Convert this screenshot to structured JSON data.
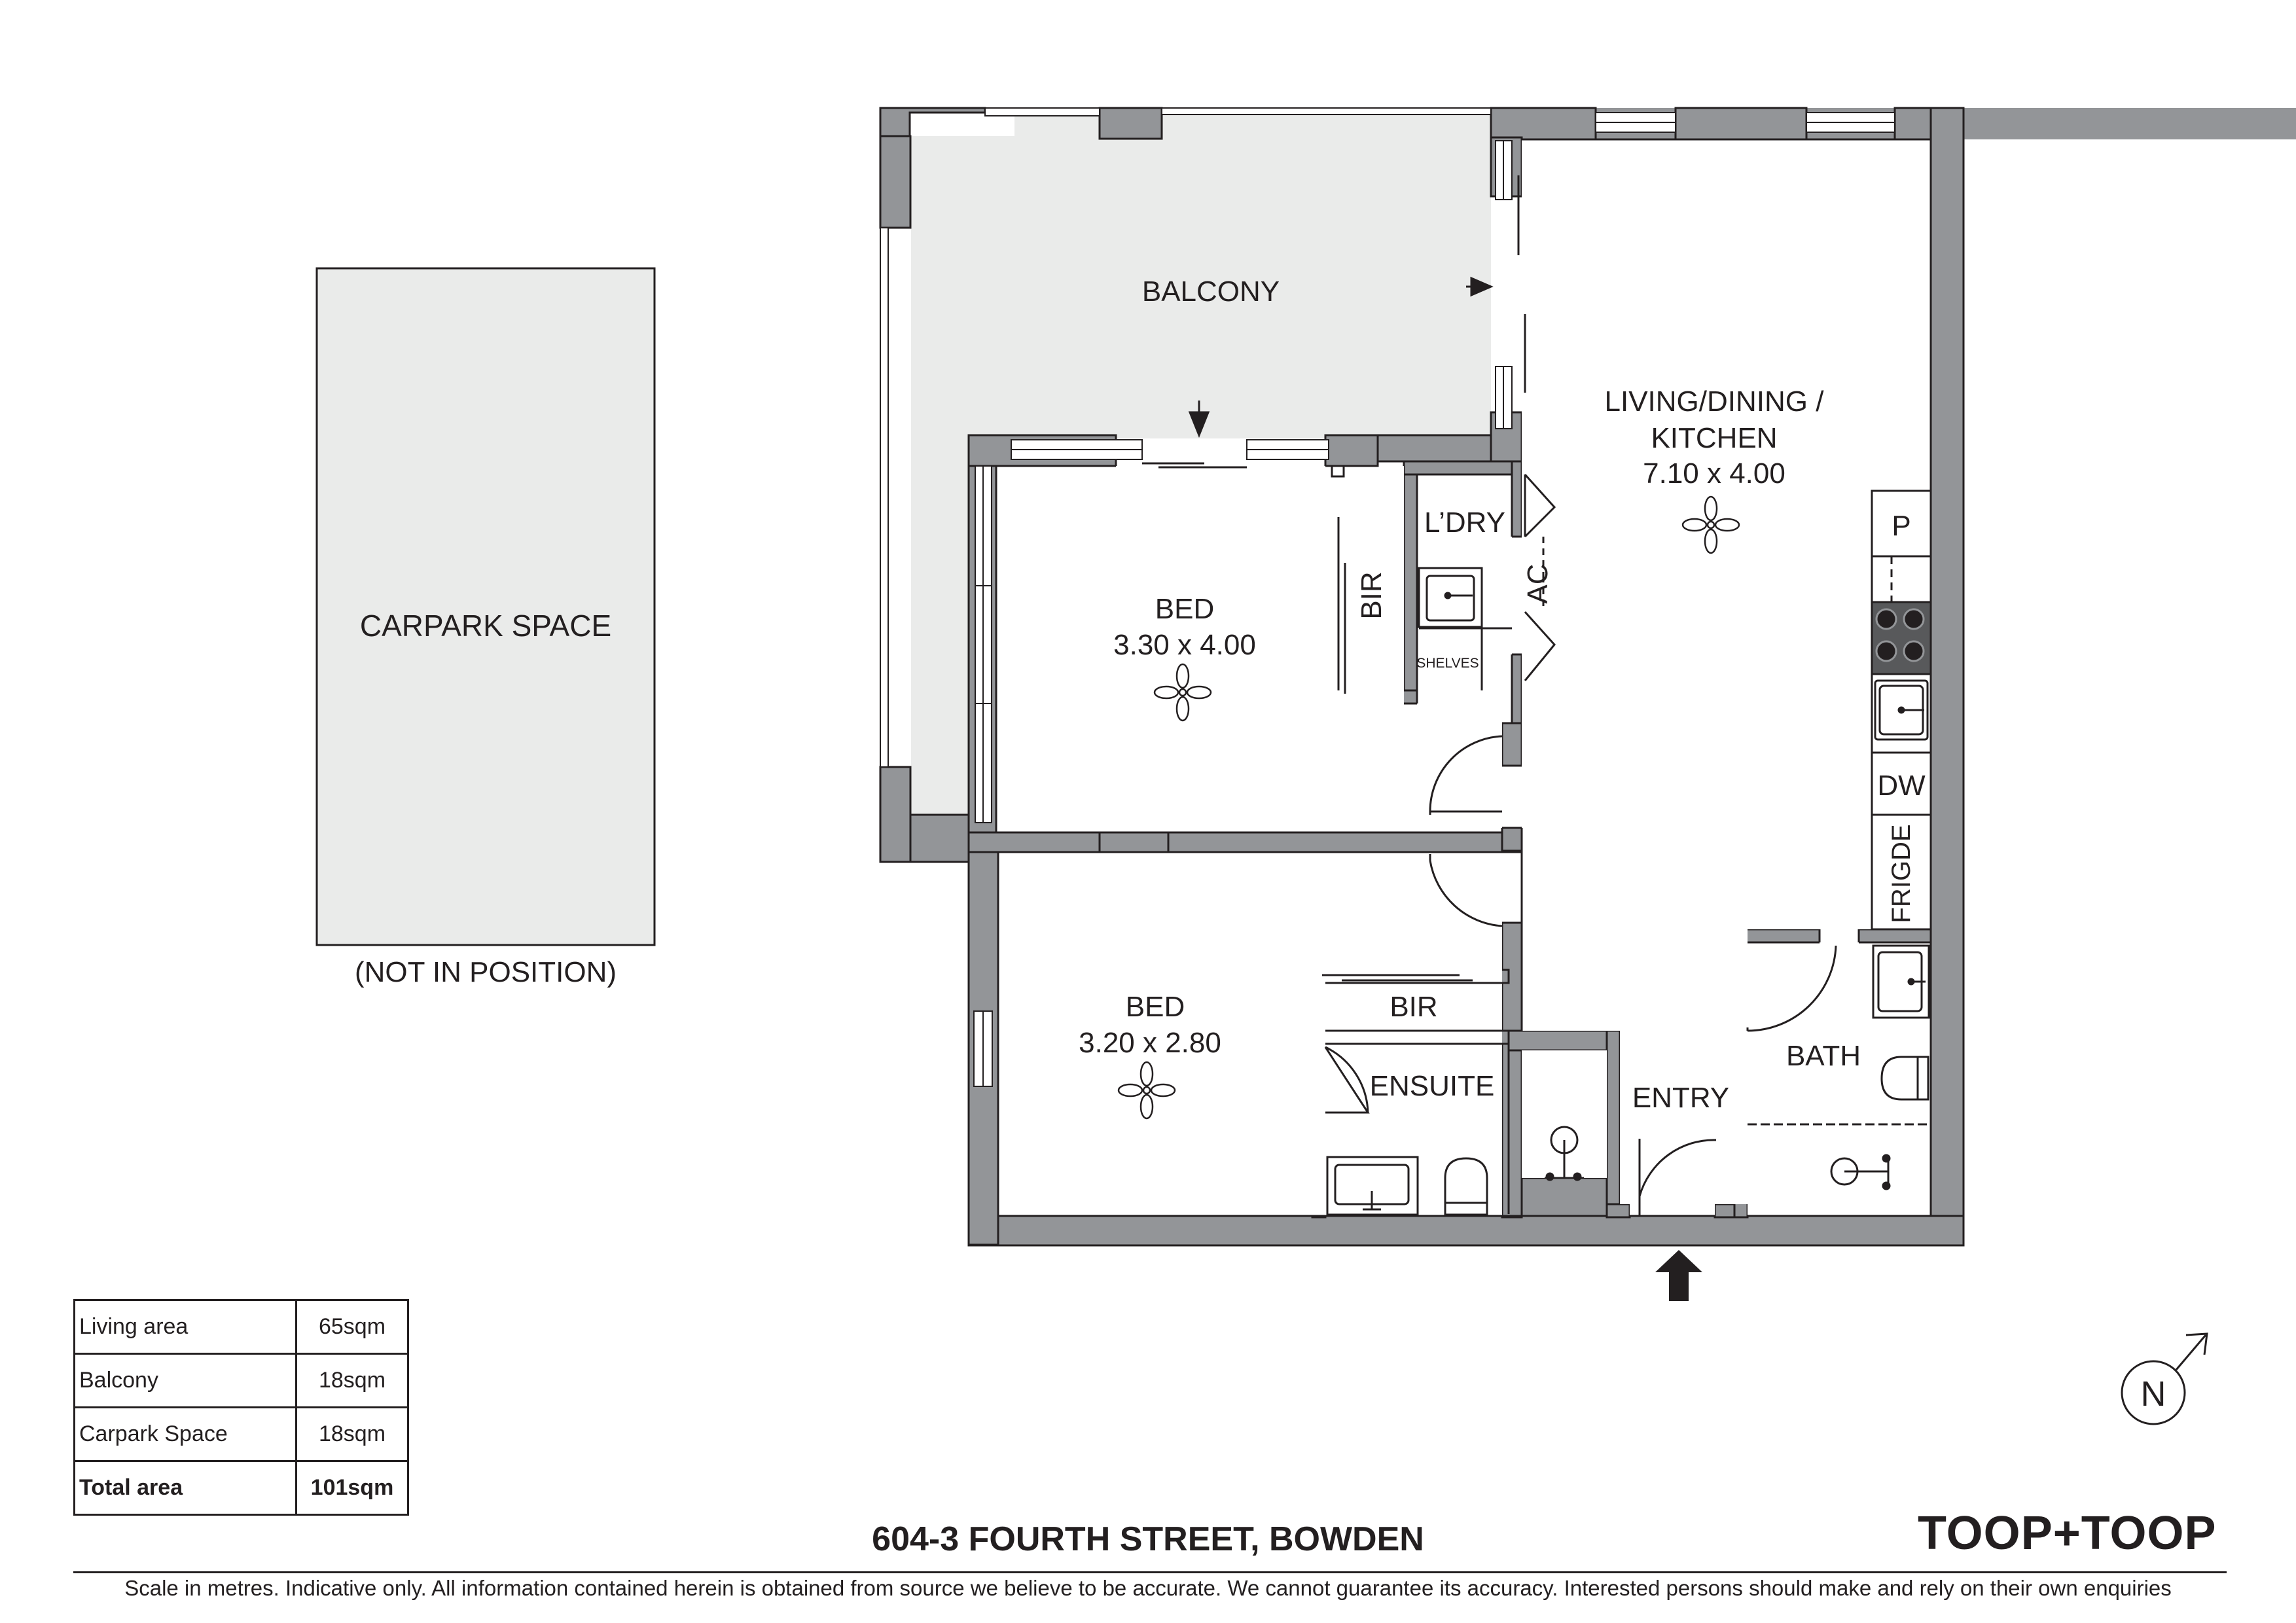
{
  "rooms": {
    "balcony": "BALCONY",
    "living_name_line1": "LIVING/DINING /",
    "living_name_line2": "KITCHEN",
    "living_size": "7.10 x 4.00",
    "laundry": "L’DRY",
    "ac": "AC",
    "shelves": "SHELVES",
    "bir1": "BIR",
    "bed1_name": "BED",
    "bed1_size": "3.30 x 4.00",
    "bed2_name": "BED",
    "bed2_size": "3.20 x 2.80",
    "bir2": "BIR",
    "ensuite": "ENSUITE",
    "entry": "ENTRY",
    "bath": "BATH",
    "pantry": "P",
    "dishwasher": "DW",
    "fridge": "FRIGDE"
  },
  "carpark": {
    "label": "CARPARK SPACE",
    "note": "(NOT IN POSITION)"
  },
  "compass": {
    "letter": "N"
  },
  "areas": [
    {
      "name": "Living area",
      "value": "65sqm"
    },
    {
      "name": "Balcony",
      "value": "18sqm"
    },
    {
      "name": "Carpark Space",
      "value": "18sqm"
    }
  ],
  "total": {
    "name": "Total area",
    "value": "101sqm"
  },
  "address": "604-3 FOURTH STREET, BOWDEN",
  "brand": "TOOP+TOOP",
  "disclaimer": "Scale in metres. Indicative only. All information contained herein is obtained from source we believe to be accurate. We cannot guarantee its accuracy. Interested persons should make and rely on their own enquiries",
  "colors": {
    "wall": "#939598",
    "outline": "#231f20",
    "floor": "#ffffff",
    "outdoor": "#eaebea",
    "cooktop": "#58595b"
  },
  "icons": [
    "ceiling-fan-icon",
    "sink-icon",
    "toilet-icon",
    "shower-icon",
    "cooktop-icon",
    "entry-arrow-icon",
    "north-compass-icon"
  ]
}
